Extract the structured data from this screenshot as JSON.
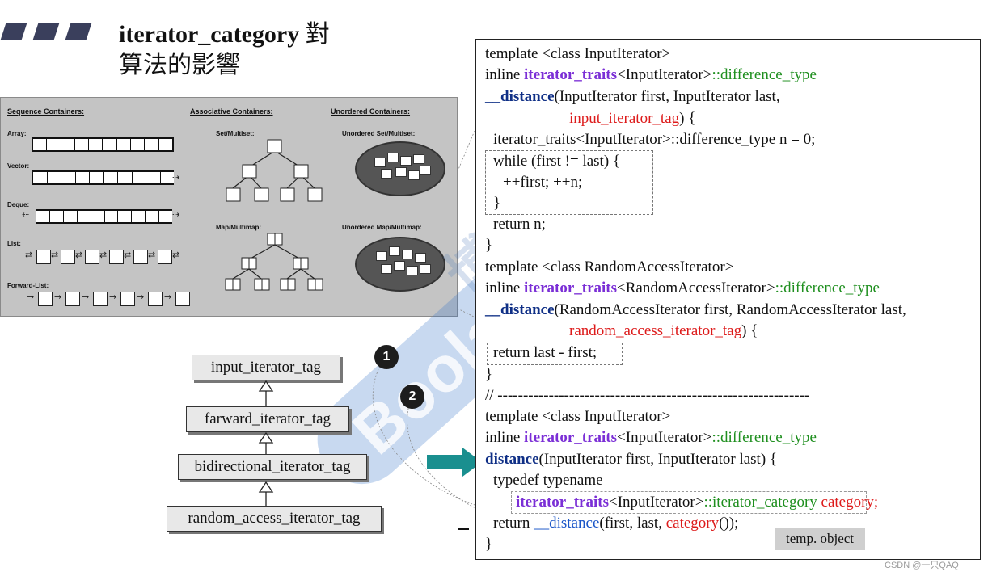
{
  "slide": {
    "title_en": "iterator_category",
    "title_cjk": "對",
    "subtitle": "算法的影響"
  },
  "containers": {
    "seq_header": "Sequence Containers:",
    "assoc_header": "Associative Containers:",
    "unord_header": "Unordered Containers:",
    "array": "Array:",
    "vector": "Vector:",
    "deque": "Deque:",
    "list": "List:",
    "forward_list": "Forward-List:",
    "set_multiset": "Set/Multiset:",
    "map_multimap": "Map/Multimap:",
    "unord_set": "Unordered Set/Multiset:",
    "unord_map": "Unordered Map/Multimap:"
  },
  "tags": {
    "input": "input_iterator_tag",
    "forward": "farward_iterator_tag",
    "bidirectional": "bidirectional_iterator_tag",
    "random": "random_access_iterator_tag"
  },
  "badges": {
    "one": "1",
    "two": "2"
  },
  "code": {
    "l1": "template <class InputIterator>",
    "l2_a": "inline ",
    "l2_b": "iterator_traits",
    "l2_c": "<InputIterator>",
    "l2_d": "::difference_type",
    "l3_a": "__distance",
    "l3_b": "(InputIterator first, InputIterator last,",
    "l4_a": "input_iterator_tag",
    "l4_b": ") {",
    "l5": "iterator_traits<InputIterator>::difference_type n = 0;",
    "l6": "while (first != last) {",
    "l7": "++first; ++n;",
    "l8": "}",
    "l9": "return n;",
    "l10": "}",
    "l11": "template <class RandomAccessIterator>",
    "l12_a": "inline ",
    "l12_b": "iterator_traits",
    "l12_c": "<RandomAccessIterator>",
    "l12_d": "::difference_type",
    "l13_a": "__distance",
    "l13_b": "(RandomAccessIterator first, RandomAccessIterator last,",
    "l14_a": "random_access_iterator_tag",
    "l14_b": ") {",
    "l15": "return last - first;",
    "l16": "}",
    "l17": "// -------------------------------------------------------------",
    "l18": "template <class InputIterator>",
    "l19_a": "inline ",
    "l19_b": "iterator_traits",
    "l19_c": "<InputIterator>",
    "l19_d": "::difference_type",
    "l20_a": "distance",
    "l20_b": "(InputIterator first, InputIterator last) {",
    "l21": "typedef typename",
    "l22_a": "iterator_traits",
    "l22_b": "<InputIterator>",
    "l22_c": "::iterator_category",
    "l22_d": " category;",
    "l23_a": "return ",
    "l23_b": "__distance",
    "l23_c": "(first, last, ",
    "l23_d": "category",
    "l23_e": "());",
    "l24": "}"
  },
  "temp_object": "temp. object",
  "footer": "CSDN @一只QAQ",
  "colors": {
    "keyword": "#7b2fd6",
    "type_member": "#1f8f1f",
    "function": "#1a56c8",
    "tag": "#dd1b1b",
    "arrow": "#1a8f8f"
  }
}
